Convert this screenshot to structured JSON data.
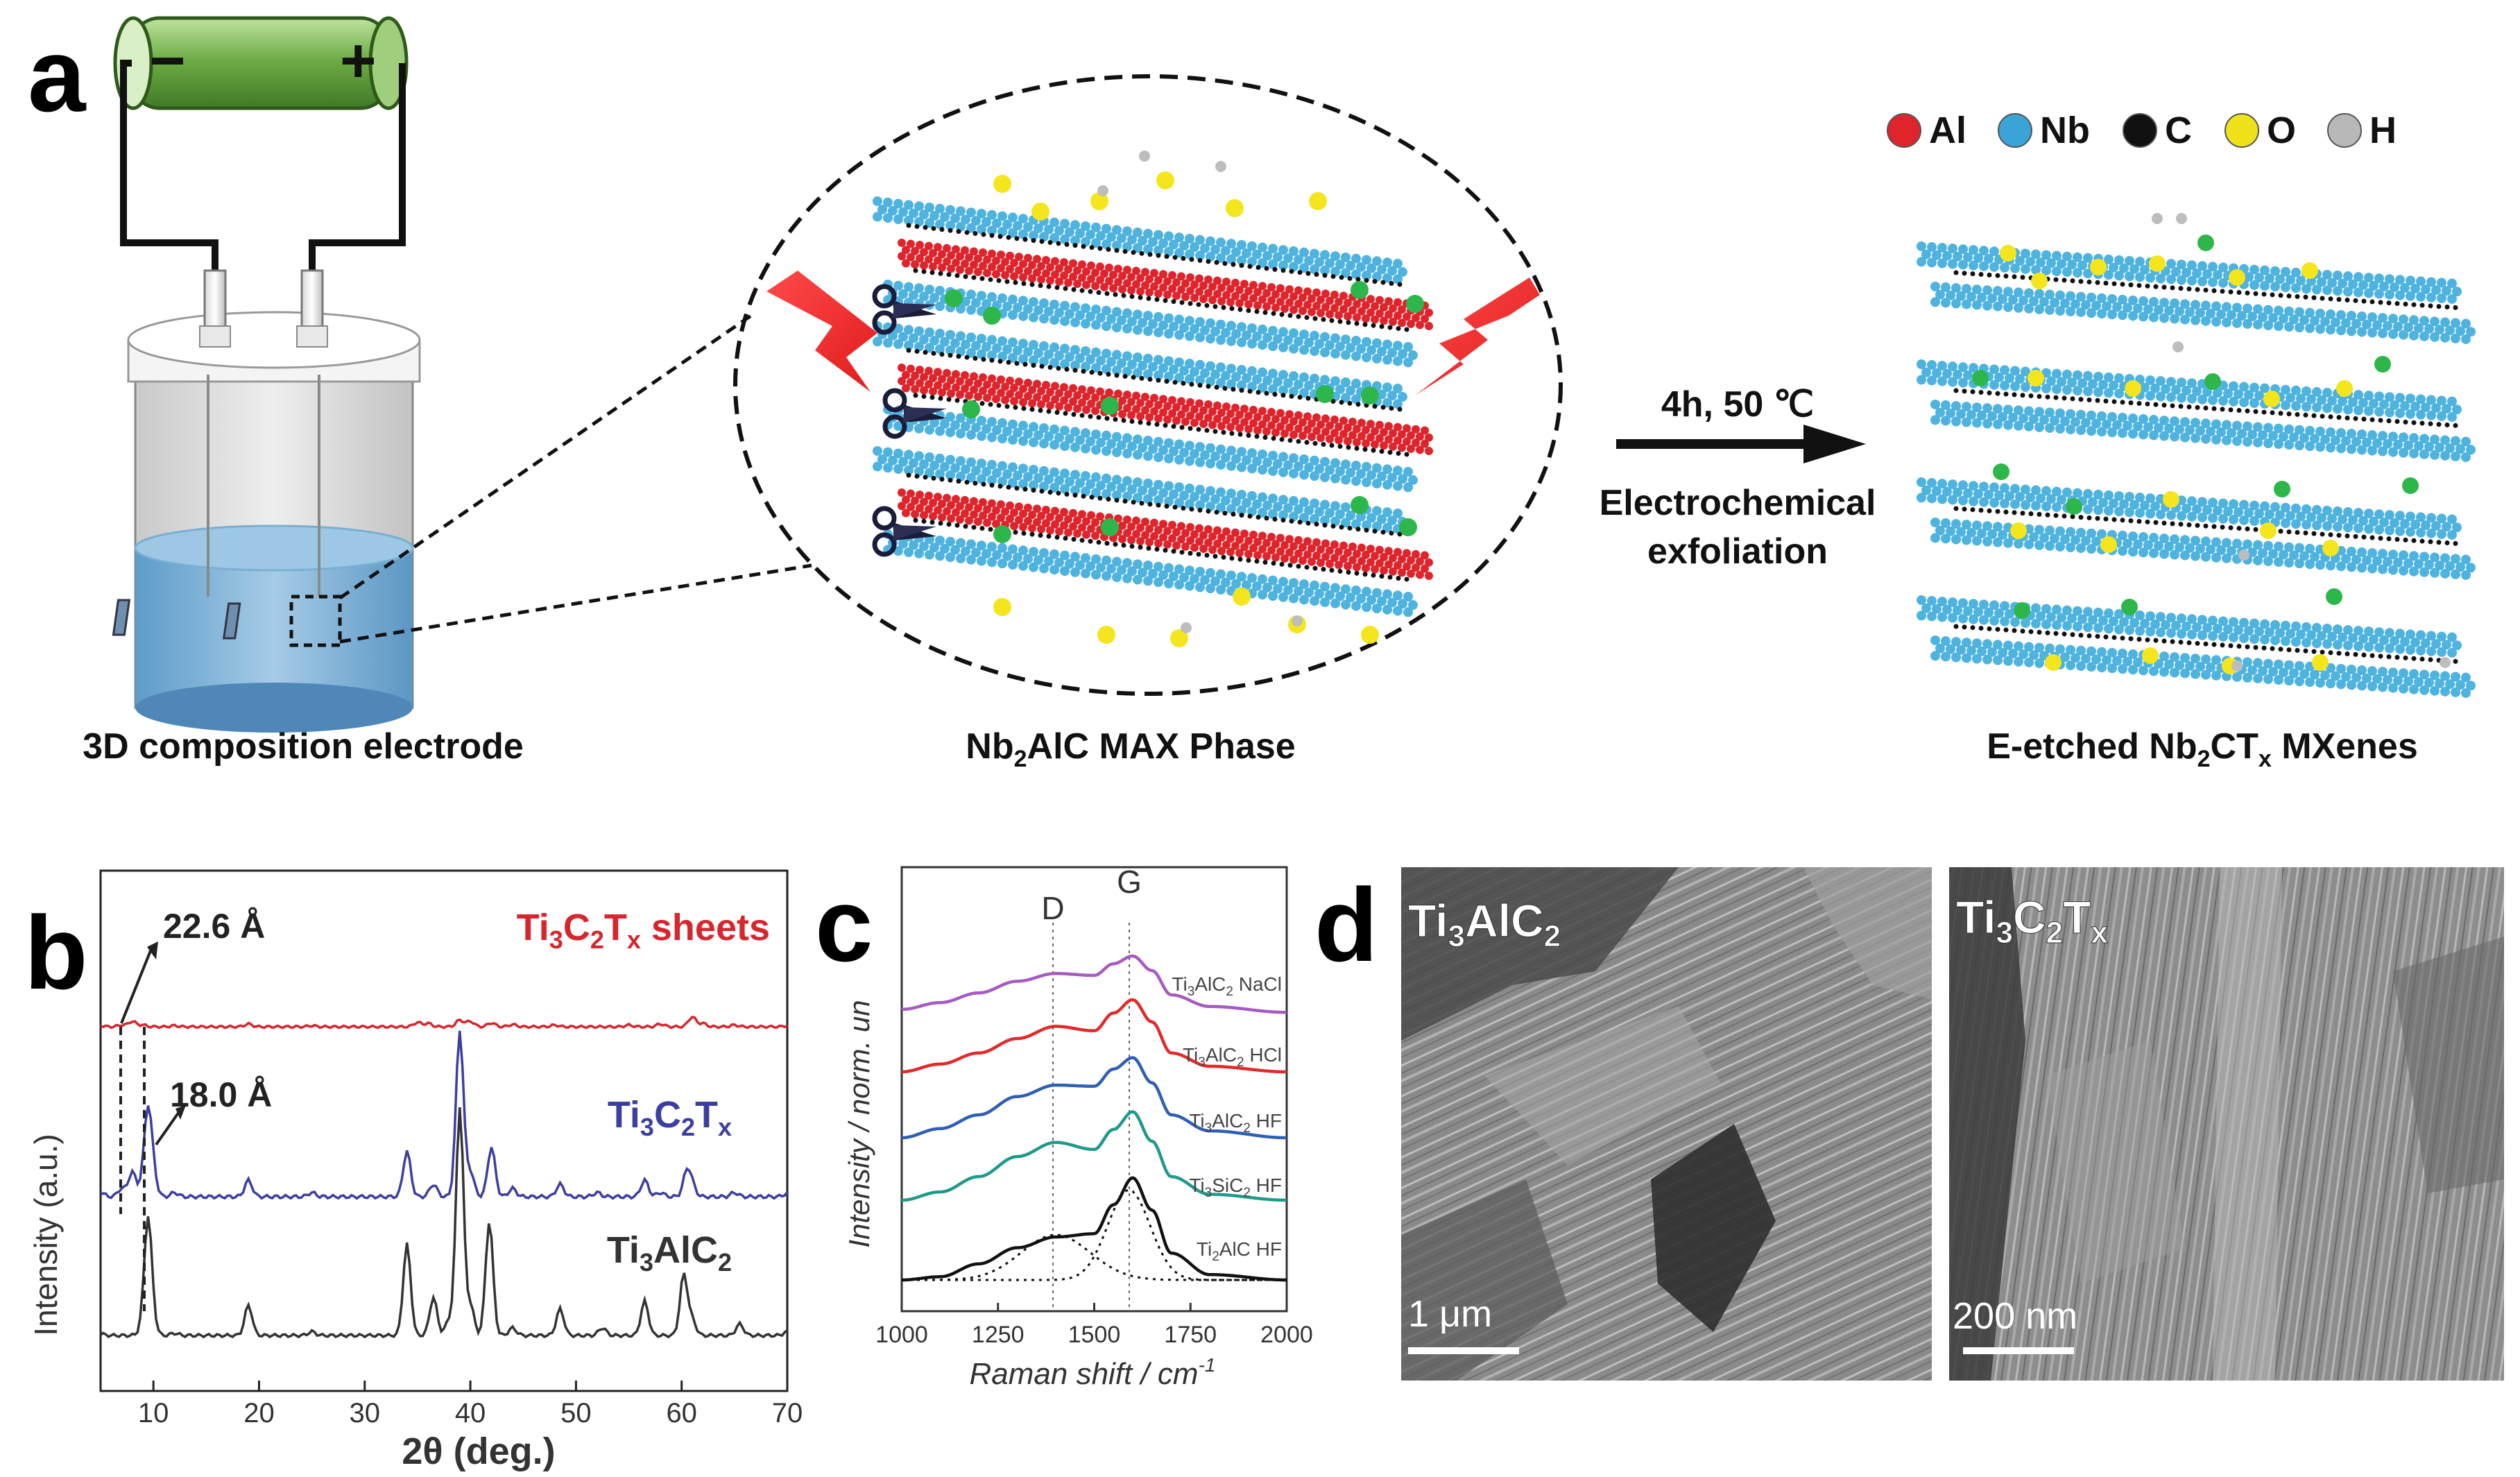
{
  "panel_a": {
    "label": "a",
    "battery": {
      "minus": "−",
      "plus": "+"
    },
    "electrode_caption": "3D composition electrode",
    "max_caption_parts": [
      "Nb",
      "2",
      "AlC MAX Phase"
    ],
    "mxene_caption_parts": [
      "E-etched Nb",
      "2",
      "CT",
      "x",
      " MXenes"
    ],
    "arrow_top": "4h, 50 ℃",
    "arrow_bottom_1": "Electrochemical",
    "arrow_bottom_2": "exfoliation",
    "legend": [
      {
        "label": "Al",
        "color": "#e0242b"
      },
      {
        "label": "Nb",
        "color": "#3aa3d8"
      },
      {
        "label": "C",
        "color": "#111111"
      },
      {
        "label": "O",
        "color": "#f0e21a"
      },
      {
        "label": "H",
        "color": "#b8b8b8"
      }
    ]
  },
  "panel_b": {
    "label": "b",
    "ylabel": "Intensity (a.u.)",
    "xlabel": "2θ (deg.)",
    "xticks": [
      "10",
      "20",
      "30",
      "40",
      "50",
      "60",
      "70"
    ],
    "ann_top": "22.6 Å",
    "ann_bottom": "18.0 Å",
    "trace_labels": [
      {
        "parts": [
          "Ti",
          "3",
          "C",
          "2",
          "T",
          "x",
          " sheets"
        ],
        "color": "#d6262e"
      },
      {
        "parts": [
          "Ti",
          "3",
          "C",
          "2",
          "T",
          "x"
        ],
        "color": "#3b3fa0"
      },
      {
        "parts": [
          "Ti",
          "3",
          "AlC",
          "2"
        ],
        "color": "#333333"
      }
    ]
  },
  "panel_c": {
    "label": "c",
    "top_labels": [
      "D",
      "G"
    ],
    "ylabel": "Intensity / norm. un",
    "xlabel": "Raman shift / cm",
    "xlabel_sup": "-1",
    "xticks": [
      "1000",
      "1250",
      "1500",
      "1750",
      "2000"
    ],
    "trace_labels": [
      {
        "parts": [
          "Ti",
          "3",
          "AlC",
          "2",
          " NaCl"
        ],
        "color": "#a55bbf"
      },
      {
        "parts": [
          "Ti",
          "3",
          "AlC",
          "2",
          " HCl"
        ],
        "color": "#e22a2a"
      },
      {
        "parts": [
          "Ti",
          "3",
          "AlC",
          "2",
          " HF"
        ],
        "color": "#2f5fb5"
      },
      {
        "parts": [
          "Ti",
          "3",
          "SiC",
          "2",
          " HF"
        ],
        "color": "#1f9a8a"
      },
      {
        "parts": [
          "Ti",
          "2",
          "AlC HF",
          ""
        ],
        "color": "#111111"
      }
    ]
  },
  "panel_d": {
    "label": "d",
    "left": {
      "title_parts": [
        "Ti",
        "3",
        "AlC",
        "2"
      ],
      "scale": "1 μm"
    },
    "right": {
      "title_parts": [
        "Ti",
        "3",
        "C",
        "2",
        "T",
        "x"
      ],
      "scale": "200 nm"
    }
  },
  "chart_data": [
    {
      "type": "line",
      "title": "",
      "xlabel": "2θ (deg.)",
      "ylabel": "Intensity (a.u.)",
      "xlim": [
        5,
        70
      ],
      "series": [
        {
          "name": "Ti3C2Tx sheets",
          "x": [
            5,
            7,
            8,
            9,
            12,
            19,
            25,
            35,
            36,
            39,
            40,
            42,
            44,
            48,
            55,
            58,
            61,
            62,
            65,
            70
          ],
          "y": [
            0.02,
            0.03,
            0.1,
            0.03,
            0.02,
            0.05,
            0.02,
            0.08,
            0.06,
            0.12,
            0.1,
            0.07,
            0.04,
            0.03,
            0.03,
            0.05,
            0.18,
            0.06,
            0.03,
            0.02
          ]
        },
        {
          "name": "Ti3C2Tx",
          "x": [
            5,
            7,
            8,
            9,
            9.5,
            10,
            12,
            19,
            25,
            34,
            36.5,
            39,
            40,
            42,
            44,
            48.5,
            52,
            56.5,
            58,
            60.5,
            61,
            65,
            70
          ],
          "y": [
            0.05,
            0.1,
            0.3,
            0.12,
            1.0,
            0.2,
            0.05,
            0.2,
            0.05,
            0.55,
            0.15,
            2.0,
            0.3,
            0.6,
            0.1,
            0.15,
            0.05,
            0.2,
            0.05,
            0.3,
            0.12,
            0.05,
            0.04
          ]
        },
        {
          "name": "Ti3AlC2",
          "x": [
            5,
            9,
            9.5,
            10,
            12,
            19,
            25,
            34,
            36.5,
            38,
            39,
            40,
            41.8,
            44,
            48.5,
            52.5,
            56.5,
            60.2,
            61,
            65.5,
            70
          ],
          "y": [
            0.02,
            0.1,
            1.5,
            0.1,
            0.03,
            0.4,
            0.05,
            1.2,
            0.5,
            0.2,
            3.0,
            0.4,
            1.5,
            0.1,
            0.35,
            0.1,
            0.45,
            0.8,
            0.2,
            0.15,
            0.05
          ]
        }
      ]
    },
    {
      "type": "line",
      "title": "",
      "xlabel": "Raman shift / cm-1",
      "ylabel": "Intensity / norm. un",
      "xlim": [
        1000,
        2000
      ],
      "series": [
        {
          "name": "Ti3AlC2 NaCl",
          "x": [
            1000,
            1100,
            1200,
            1300,
            1400,
            1500,
            1550,
            1600,
            1650,
            1700,
            1800,
            2000
          ],
          "y": [
            0.45,
            0.52,
            0.62,
            0.74,
            0.82,
            0.8,
            0.92,
            1.0,
            0.85,
            0.6,
            0.48,
            0.42
          ]
        },
        {
          "name": "Ti3AlC2 HCl",
          "x": [
            1000,
            1100,
            1200,
            1300,
            1400,
            1500,
            1550,
            1600,
            1650,
            1700,
            1800,
            2000
          ],
          "y": [
            0.35,
            0.42,
            0.52,
            0.65,
            0.76,
            0.72,
            0.88,
            1.0,
            0.8,
            0.52,
            0.4,
            0.35
          ]
        },
        {
          "name": "Ti3AlC2 HF",
          "x": [
            1000,
            1100,
            1200,
            1300,
            1400,
            1500,
            1550,
            1600,
            1650,
            1700,
            1800,
            2000
          ],
          "y": [
            0.3,
            0.38,
            0.5,
            0.66,
            0.76,
            0.75,
            0.9,
            1.0,
            0.78,
            0.5,
            0.36,
            0.3
          ]
        },
        {
          "name": "Ti3SiC2 HF",
          "x": [
            1000,
            1100,
            1200,
            1300,
            1400,
            1500,
            1550,
            1600,
            1650,
            1700,
            1800,
            2000
          ],
          "y": [
            0.25,
            0.32,
            0.45,
            0.62,
            0.74,
            0.68,
            0.85,
            1.0,
            0.75,
            0.45,
            0.3,
            0.25
          ]
        },
        {
          "name": "Ti2AlC HF",
          "x": [
            1000,
            1100,
            1200,
            1300,
            1400,
            1500,
            1550,
            1600,
            1650,
            1700,
            1800,
            2000
          ],
          "y": [
            0.05,
            0.08,
            0.2,
            0.35,
            0.45,
            0.48,
            0.75,
            1.0,
            0.7,
            0.3,
            0.1,
            0.05
          ]
        }
      ],
      "annotations": [
        {
          "label": "D",
          "x": 1390
        },
        {
          "label": "G",
          "x": 1590
        }
      ]
    }
  ]
}
